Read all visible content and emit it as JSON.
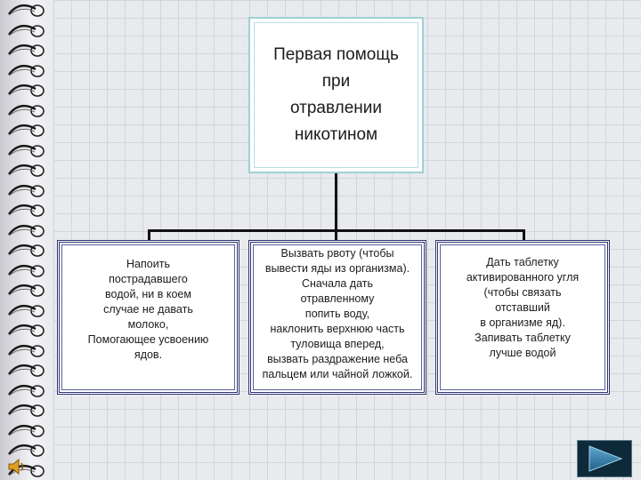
{
  "diagram": {
    "root": {
      "label": "Первая помощь\nпри\nотравлении\nникотином"
    },
    "children": [
      {
        "label": "Напоить\nпострадавшего\nводой, ни  в коем\nслучае не давать\nмолоко,\nПомогающее усвоению\nядов."
      },
      {
        "label": "Вызвать рвоту (чтобы\nвывести яды из организма).\nСначала дать\nотравленному\nпопить воду,\nнаклонить верхнюю часть\nтуловища вперед,\nвызвать раздражение неба\nпальцем или чайной ложкой."
      },
      {
        "label": "Дать таблетку\nактивированного угля\n(чтобы связать\nотставший\nв организме яд).\nЗапивать таблетку\nлучше водой"
      }
    ]
  },
  "icons": {
    "next": "play-triangle-icon",
    "sound": "speaker-icon",
    "binding": "spiral-binding-icon"
  },
  "colors": {
    "accent": "#2f3570",
    "root_border": "#9fd0d4",
    "nav_button": "#0e2a3a"
  }
}
